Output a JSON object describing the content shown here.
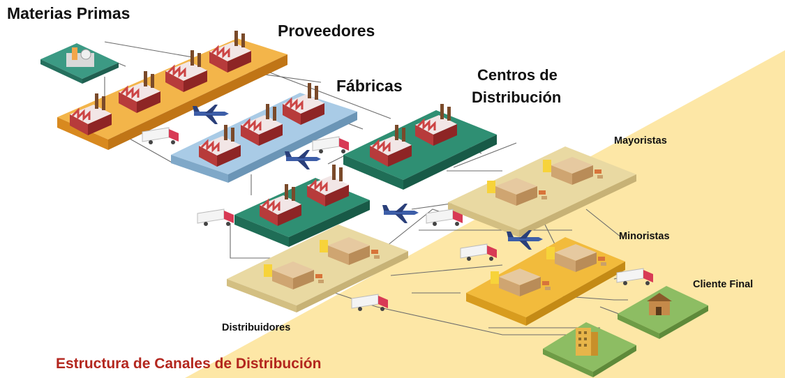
{
  "labels": {
    "raw_materials": "Materias Primas",
    "suppliers": "Proveedores",
    "factories": "Fábricas",
    "distribution_centers_line1": "Centros de",
    "distribution_centers_line2": "Distribución",
    "wholesalers": "Mayoristas",
    "retailers": "Minoristas",
    "final_customer": "Cliente Final",
    "distributors": "Distribuidores",
    "title": "Estructura de Canales de Distribución"
  },
  "colors": {
    "background_region": "#fde7a6",
    "raw_materials_platform": "#3c9a84",
    "suppliers_platform": "#f3b54a",
    "factories_platform": "#a9cbe6",
    "distribution_platform": "#2f8f73",
    "tan_platform": "#e9d9a2",
    "retail_platform": "#f2bb3c",
    "customer_platform": "#8dbd63",
    "title_color": "#b3261e"
  },
  "icons": [
    "factory-icon",
    "warehouse-icon",
    "truck-icon",
    "airplane-icon",
    "house-icon",
    "building-icon",
    "raw-materials-plant-icon"
  ]
}
